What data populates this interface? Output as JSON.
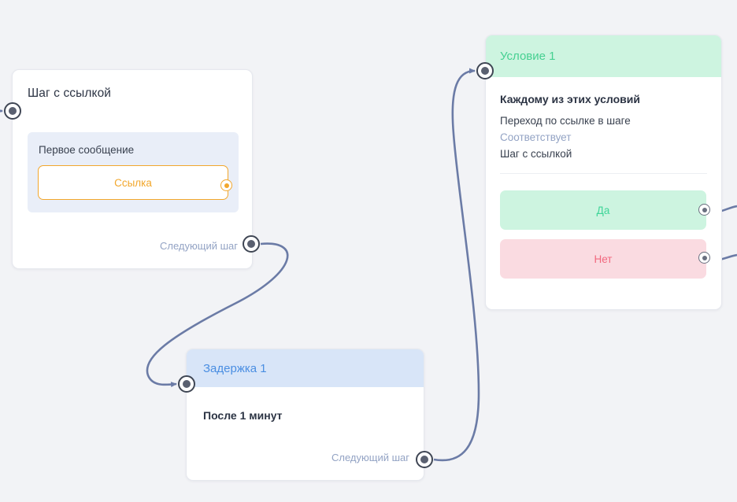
{
  "canvas": {
    "background": "#f2f3f6",
    "edge_color": "#6b7ba6"
  },
  "nodes": {
    "step": {
      "title": "Шаг с ссылкой",
      "message_label": "Первое сообщение",
      "link_button_label": "Ссылка",
      "link_button_color": "#f2a72c",
      "next_step_label": "Следующий шаг",
      "handles": {
        "input": "input-handle",
        "link_output": "link-output-handle",
        "next_output": "next-step-output-handle"
      }
    },
    "delay": {
      "title": "Задержка 1",
      "header_color": "#d8e5f8",
      "title_color": "#4a8ee2",
      "body_text": "После 1 минут",
      "next_step_label": "Следующий шаг",
      "handles": {
        "input": "input-handle",
        "next_output": "next-step-output-handle"
      }
    },
    "condition": {
      "title": "Условие 1",
      "header_color": "#cdf4e0",
      "title_color": "#45d091",
      "rule_heading": "Каждому из этих условий",
      "rule_line_1": "Переход по ссылке в шаге",
      "rule_operator": "Соответствует",
      "rule_line_2": "Шаг с ссылкой",
      "operator_color": "#93a3c4",
      "branches": [
        {
          "label": "Да",
          "bg": "#cdf4e0",
          "fg": "#3ed598"
        },
        {
          "label": "Нет",
          "bg": "#fadbe1",
          "fg": "#f2687e"
        }
      ],
      "handles": {
        "input": "input-handle",
        "yes_output": "yes-branch-output-handle",
        "no_output": "no-branch-output-handle"
      }
    }
  }
}
